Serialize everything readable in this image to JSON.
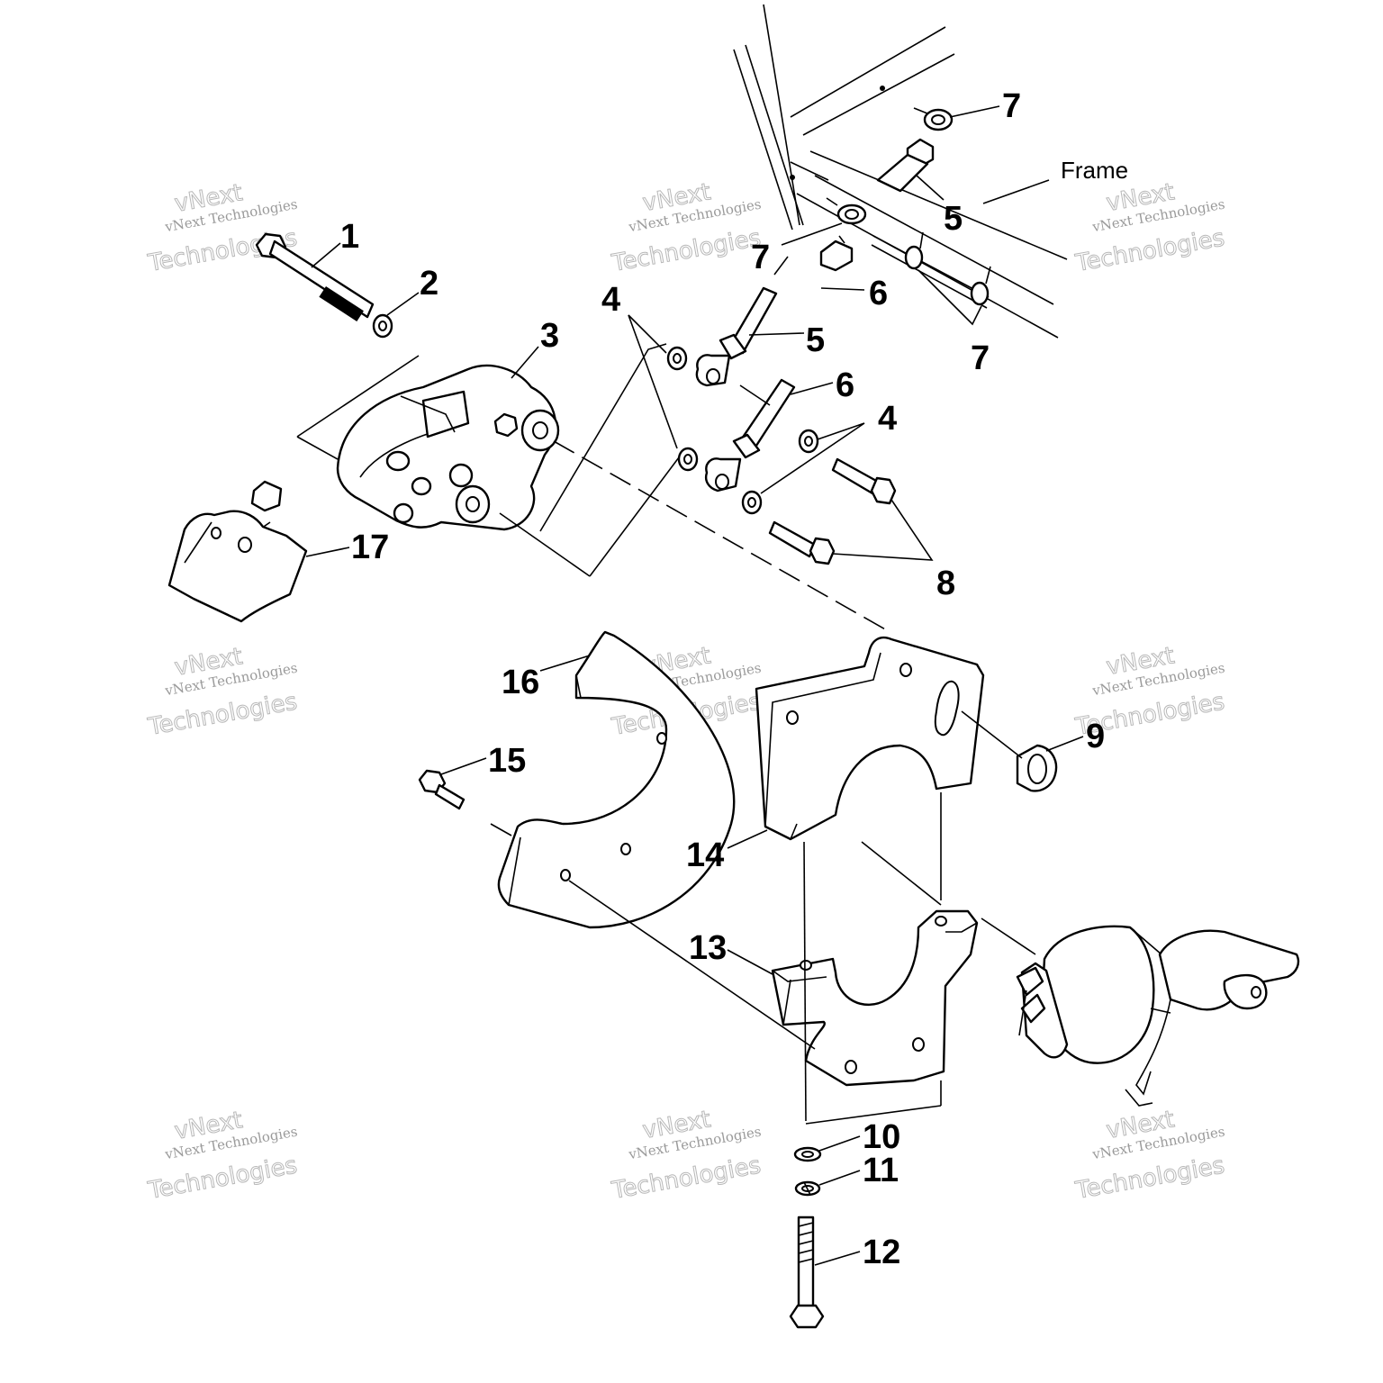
{
  "diagram": {
    "frame_label": "Frame",
    "watermark": {
      "small_text": "vNext Technologies",
      "big_text": "Technologies",
      "logo_text": "vNext"
    },
    "callouts": {
      "c1": "1",
      "c2": "2",
      "c3": "3",
      "c4a": "4",
      "c4b": "4",
      "c5a": "5",
      "c5b": "5",
      "c6a": "6",
      "c6b": "6",
      "c7a": "7",
      "c7b": "7",
      "c7c": "7",
      "c8": "8",
      "c9": "9",
      "c10": "10",
      "c11": "11",
      "c12": "12",
      "c13": "13",
      "c14": "14",
      "c15": "15",
      "c16": "16",
      "c17": "17"
    }
  }
}
